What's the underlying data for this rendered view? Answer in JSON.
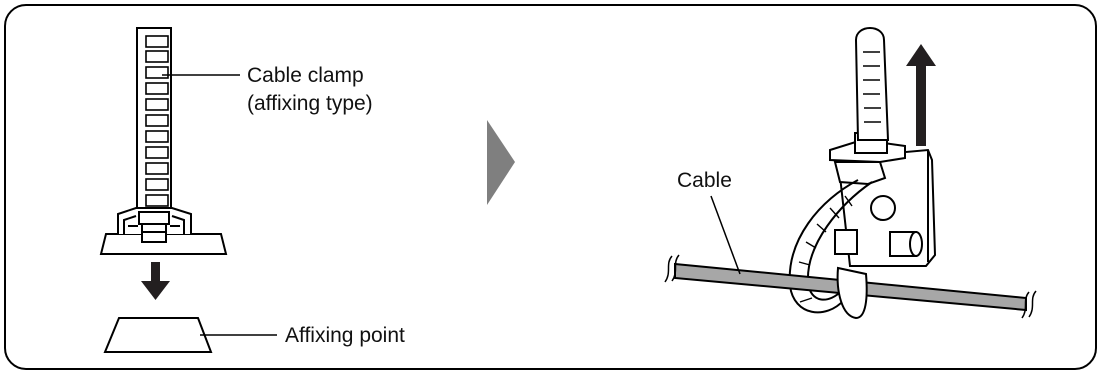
{
  "labels": {
    "clamp_line1": "Cable clamp",
    "clamp_line2": "(affixing type)",
    "affixing_point": "Affixing point",
    "cable": "Cable"
  },
  "colors": {
    "stroke": "#000000",
    "arrow": "#231f20",
    "step_arrow": "#7f7f7f",
    "cable_fill": "#a7a7a7"
  },
  "icons": {
    "step": "triangle-right",
    "push_down": "arrow-down",
    "pull_up": "arrow-up"
  }
}
